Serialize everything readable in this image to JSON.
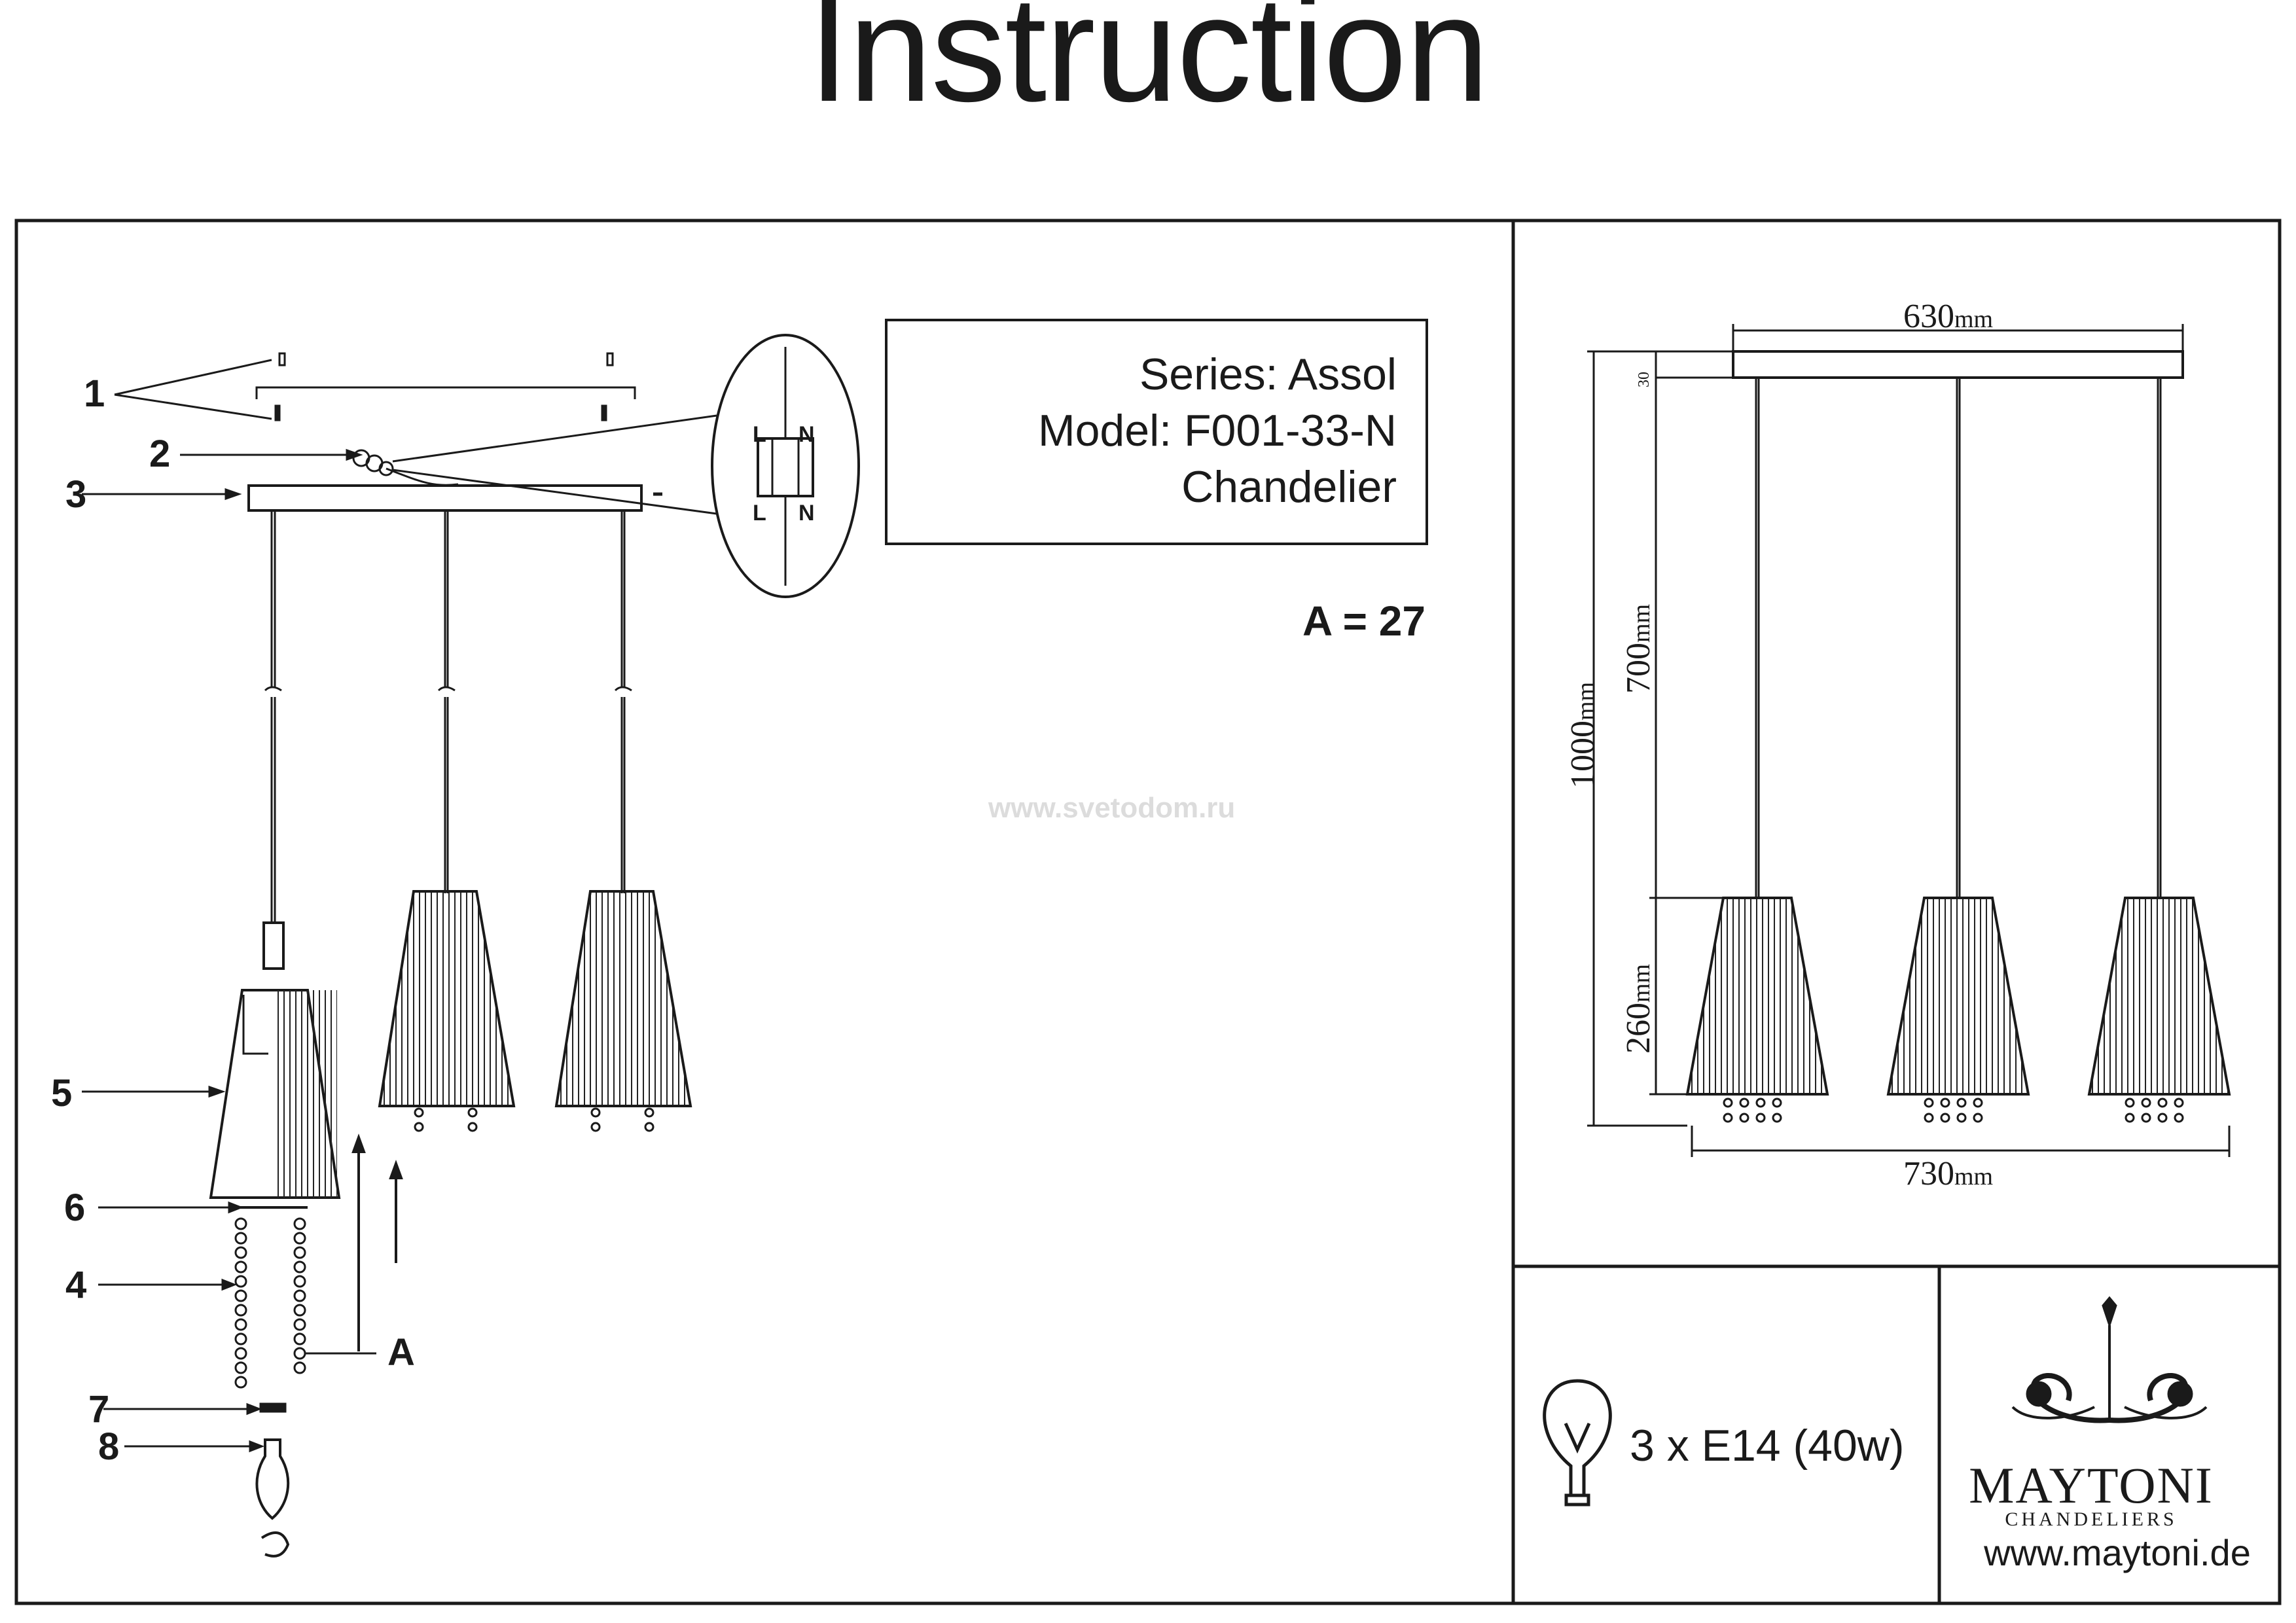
{
  "title": "Instruction",
  "product": {
    "series": "Series: Assol",
    "model": "Model: F001-33-N",
    "type": "Chandelier"
  },
  "parts_note": "A = 27",
  "watermark": "www.svetodom.ru",
  "part_labels": [
    "1",
    "2",
    "3",
    "4",
    "5",
    "6",
    "7",
    "8",
    "A"
  ],
  "wiring_labels": [
    "L",
    "N"
  ],
  "dimensions": {
    "canopy_width": "630",
    "canopy_height": "30",
    "rod_length": "700",
    "total_height": "1000",
    "shade_height": "260",
    "overall_width": "730",
    "unit": "mm"
  },
  "lamp_spec": "3 x E14 (40w)",
  "brand": {
    "name": "MAYTONI",
    "subtitle": "CHANDELIERS",
    "website": "www.maytoni.de"
  }
}
